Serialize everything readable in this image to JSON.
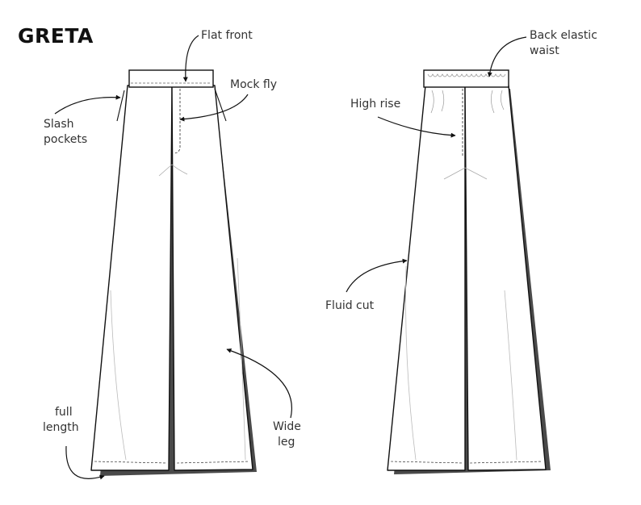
{
  "title": "GRETA",
  "labels": {
    "flat_front": "Flat front",
    "mock_fly": "Mock fly",
    "slash_pockets_1": "Slash",
    "slash_pockets_2": "pockets",
    "full_length_1": "full",
    "full_length_2": "length",
    "wide_leg_1": "Wide",
    "wide_leg_2": "leg",
    "back_elastic_waist_1": "Back elastic",
    "back_elastic_waist_2": "waist",
    "high_rise": "High rise",
    "fluid_cut": "Fluid cut"
  }
}
